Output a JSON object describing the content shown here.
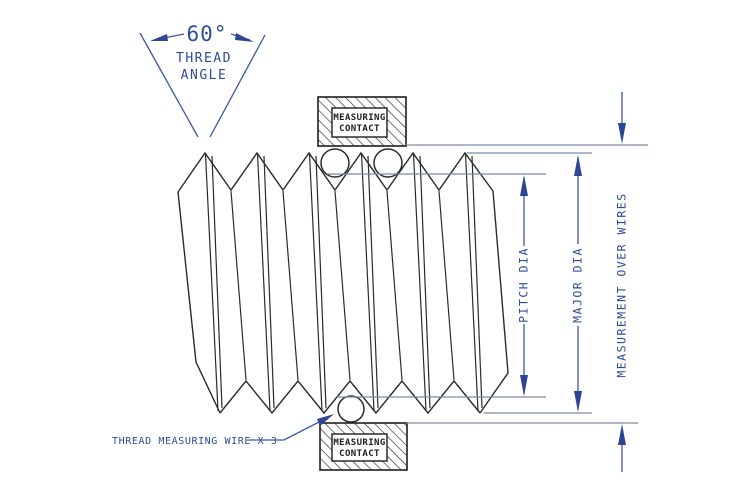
{
  "diagram": {
    "title_context": "thread measurement over wires diagram",
    "thread_angle": {
      "value": "60°",
      "label_line1": "THREAD",
      "label_line2": "ANGLE"
    },
    "measuring_contact_top": {
      "line1": "MEASURING",
      "line2": "CONTACT"
    },
    "measuring_contact_bottom": {
      "line1": "MEASURING",
      "line2": "CONTACT"
    },
    "dimensions": {
      "pitch_dia": "PITCH DIA",
      "major_dia": "MAJOR DIA",
      "measurement_over_wires": "MEASUREMENT OVER WIRES"
    },
    "wire_note": "THREAD MEASURING WIRE X 3"
  },
  "colors": {
    "background": "#ffffff",
    "drawing_black": "#2b2b2b",
    "dimension_blue": "#3c58a6",
    "arrow_blue": "#2e4596",
    "text_blue": "#2e4b9b",
    "extension_line_blue_gray": "#7e89a8"
  }
}
